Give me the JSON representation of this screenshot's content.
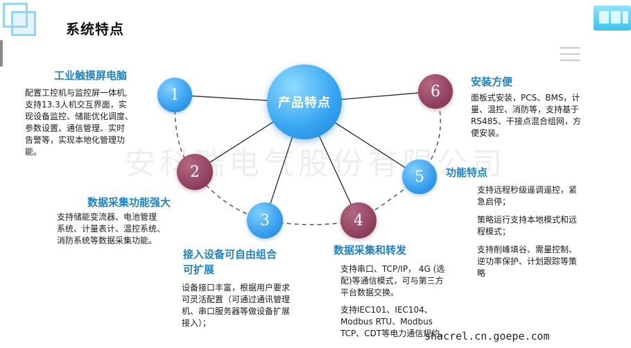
{
  "slide": {
    "title": "系统特点"
  },
  "center": {
    "label": "产品特点"
  },
  "watermark": "安科瑞电气股份有限公司",
  "url": "shacrel.cn.goepe.com",
  "nodes": [
    {
      "number": "1",
      "color": "blue"
    },
    {
      "number": "2",
      "color": "maroon"
    },
    {
      "number": "3",
      "color": "blue"
    },
    {
      "number": "4",
      "color": "maroon"
    },
    {
      "number": "5",
      "color": "blue"
    },
    {
      "number": "6",
      "color": "maroon"
    }
  ],
  "features": [
    {
      "title": "工业触摸屏电脑",
      "lines": [
        "配置工控机与监控屏一体机,",
        "支持13.3人机交互界面，实",
        "现设备监控、储能优化调度、",
        "参数设置、通信管理、实时",
        "告警等，实现本地化管理功",
        "能。"
      ]
    },
    {
      "title": "数据采集功能强大",
      "lines": [
        "支持储能变流器、电池管理",
        "系统、计量表计、温控系统、",
        "消防系统等数据采集功能。"
      ]
    },
    {
      "title_lines": [
        "接入设备可自由组合",
        "可扩展"
      ],
      "lines": [
        "设备接口丰富，根据用户要求",
        "可灵活配置（可通过通讯管理",
        "机、串口服务器等做设备扩展",
        "接入）；"
      ]
    },
    {
      "title": "数据采集和转发",
      "para1": [
        "支持串口、TCP/IP， 4G (选",
        "配)等通信模式，可与第三方",
        "平台数据交换。"
      ],
      "para2": [
        "支持IEC101、IEC104、",
        "Modbus RTU、Modbus",
        "TCP、CDT等电力通信规约。"
      ]
    },
    {
      "title": "功能特点",
      "para1": [
        "支持远程秒级遥调遥控，紧",
        "急启停；"
      ],
      "para2": [
        "策略运行支持本地模式和远",
        "程模式；"
      ],
      "para3": [
        "支持削峰填谷、需量控制、",
        "逆功率保护、计划跟踪等策",
        "略"
      ]
    },
    {
      "title": "安装方便",
      "lines": [
        "面板式安装，PCS、BMS，计",
        "量、温控、消防等，支持基于",
        "RS485、干接点混合组网，方",
        "便安装。"
      ]
    }
  ],
  "colors": {
    "heading": "#1d82c8",
    "blue_node": "#2c96ea",
    "maroon_node": "#8b3d5b"
  }
}
